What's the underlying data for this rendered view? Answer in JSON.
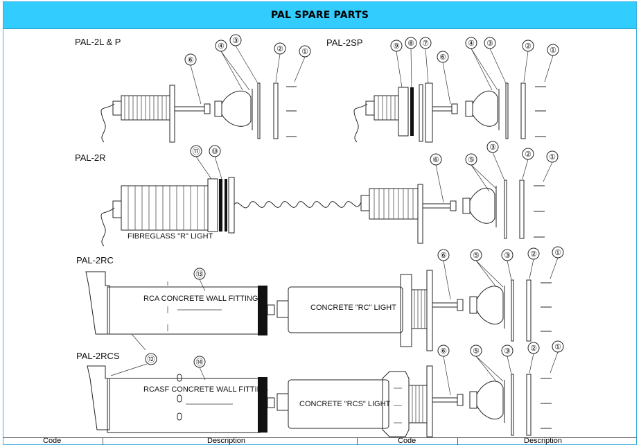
{
  "title": "PAL SPARE PARTS",
  "models": [
    {
      "id": "pal2lp",
      "label": "PAL-2L & P"
    },
    {
      "id": "pal2sp",
      "label": "PAL-2SP"
    },
    {
      "id": "pal2r",
      "label": "PAL-2R"
    },
    {
      "id": "pal2rc",
      "label": "PAL-2RC"
    },
    {
      "id": "pal2rcs",
      "label": "PAL-2RCS"
    }
  ],
  "component_labels": {
    "fibreglass_r_light": "FIBREGLASS \"R\" LIGHT",
    "rca_fitting": "RCA CONCRETE WALL FITTING",
    "concrete_rc_light": "CONCRETE \"RC\" LIGHT",
    "rcasf_fitting": "RCASF CONCRETE WALL FITTING",
    "concrete_rcs_light": "CONCRETE \"RCS\" LIGHT"
  },
  "callouts": [
    "①",
    "②",
    "③",
    "④",
    "⑤",
    "⑥",
    "⑦",
    "⑧",
    "⑨",
    "⑩",
    "⑪",
    "⑫",
    "⑬",
    "⑭"
  ],
  "table_header": {
    "col1": "Code",
    "col2": "Description",
    "col3": "Code",
    "col4": "Description"
  }
}
